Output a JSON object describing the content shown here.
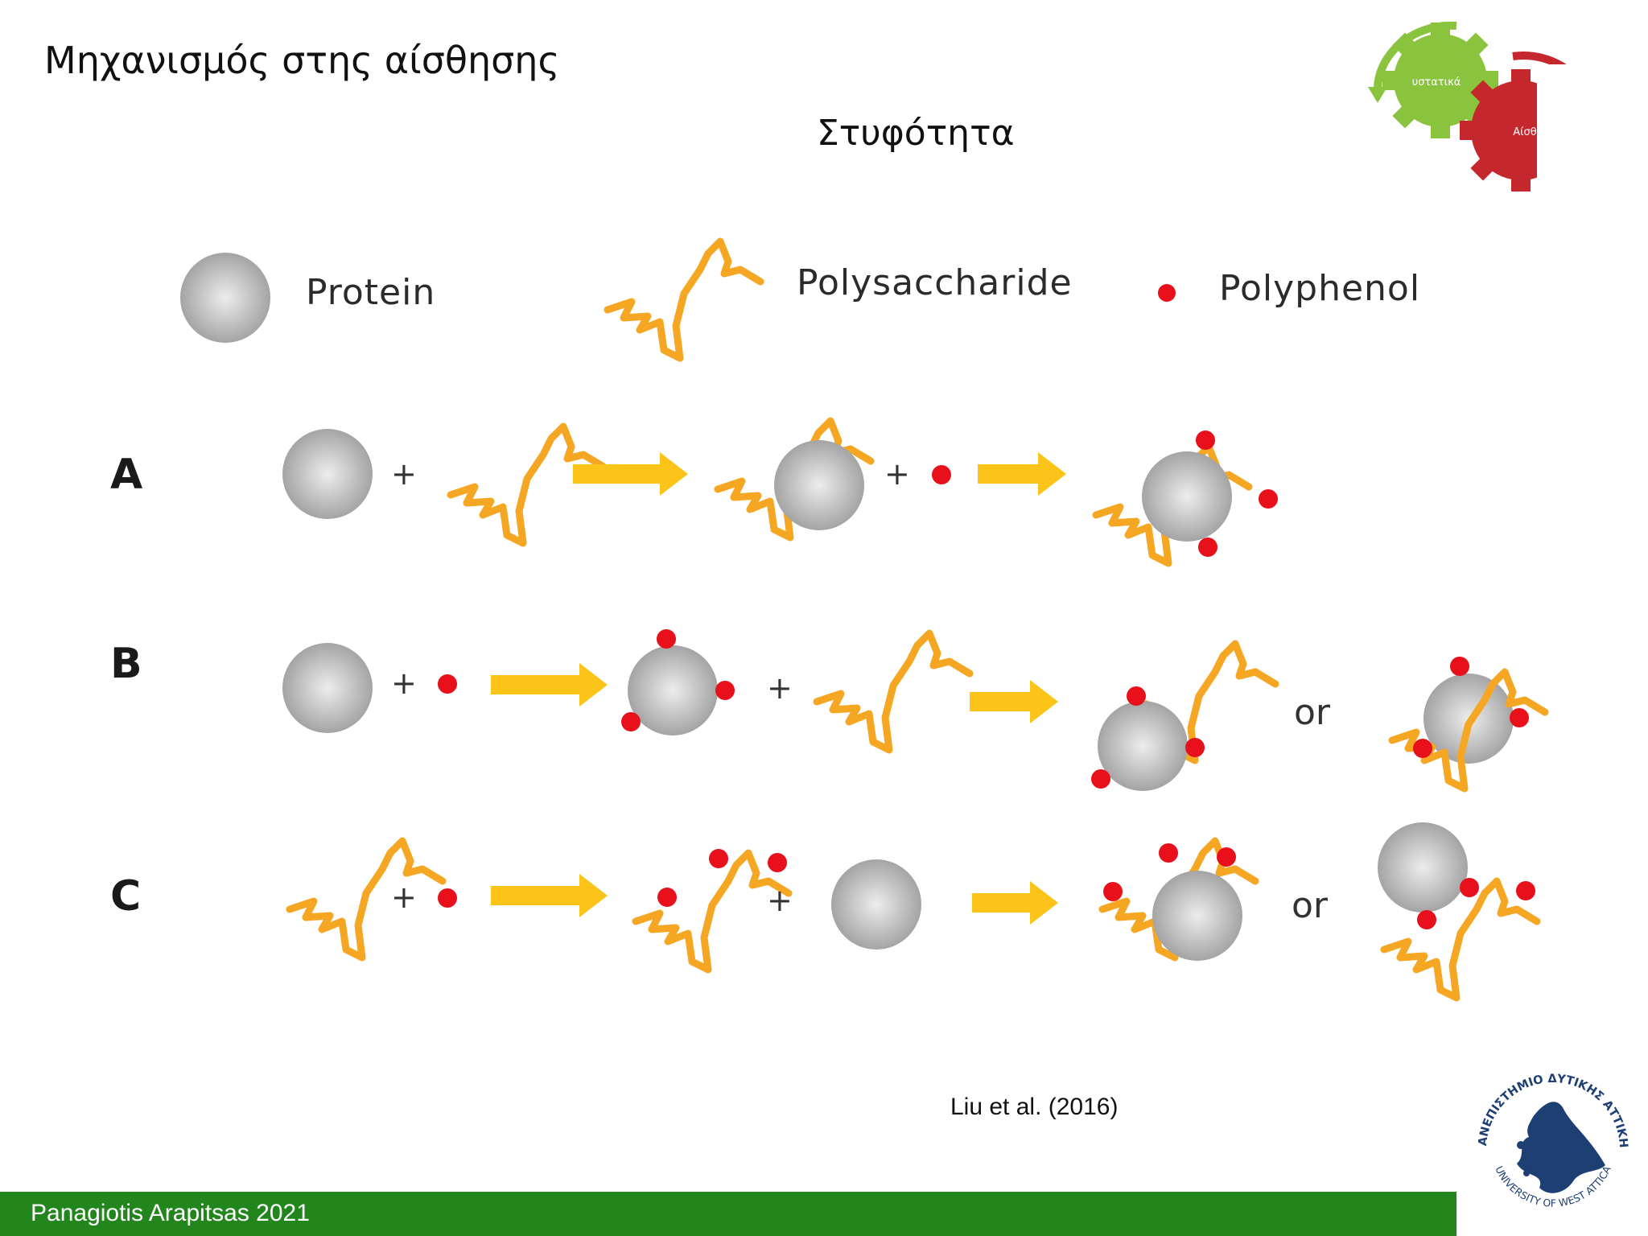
{
  "slide": {
    "title": "Μηχανισμός στης αίσθησης",
    "subtitle": "Στυφότητα",
    "citation": "Liu et al. (2016)",
    "footer": "Panagiotis Arapitsas 2021"
  },
  "corner_graphic": {
    "green_gear_label": "υστατικά",
    "red_gear_label": "Αίσθ",
    "green_color": "#8ac43f",
    "red_color": "#c4282c"
  },
  "figure": {
    "legend": {
      "protein": "Protein",
      "polysaccharide": "Polysaccharide",
      "polyphenol": "Polyphenol"
    },
    "rows": [
      {
        "label": "A"
      },
      {
        "label": "B"
      },
      {
        "label": "C"
      }
    ],
    "operator_plus": "+",
    "operator_or": "or",
    "colors": {
      "protein": "#b3b3b3",
      "polysaccharide": "#f5a623",
      "polyphenol": "#e8101a",
      "arrow": "#fcc419"
    }
  },
  "logo": {
    "text_greek": "ΠΑΝΕΠΙΣΤΗΜΙΟ ΔΥΤΙΚΗΣ ΑΤΤΙΚΗΣ",
    "text_english": "UNIVERSITY OF WEST ATTICA",
    "color": "#1d3f73"
  }
}
